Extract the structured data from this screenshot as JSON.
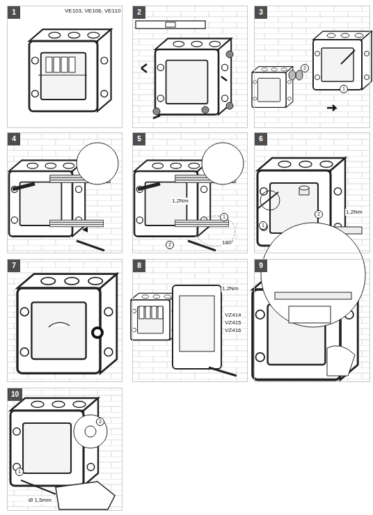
{
  "diagram": {
    "nodes": [
      {
        "text": [
          "1"
        ]
      },
      {
        "text": [
          "2"
        ]
      },
      {
        "text": [
          "3"
        ]
      },
      {
        "text": [
          "4"
        ]
      },
      {
        "text": [
          "5"
        ]
      },
      {
        "text": [
          "6"
        ]
      },
      {
        "text": [
          "7"
        ]
      },
      {
        "text": [
          "8"
        ]
      },
      {
        "text": [
          "9"
        ]
      },
      {
        "text": [
          "10"
        ]
      }
    ],
    "labels": [
      "VE103, VE106, VE110",
      "1",
      "2",
      "1,2Nm",
      "1",
      "2",
      "180°",
      "1",
      "2",
      "1,2Nm",
      "1,2Nm",
      "VZ414",
      "VZ415",
      "VZ416",
      "1",
      "2",
      "Ø 1,5mm"
    ]
  }
}
